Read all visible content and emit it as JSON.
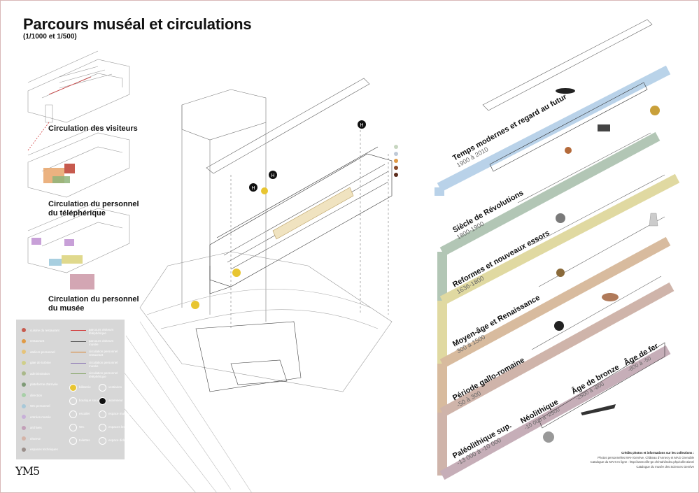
{
  "title": "Parcours muséal et circulations",
  "subtitle": "(1/1000 et 1/500)",
  "diagrams": [
    {
      "label": "Circulation des visiteurs"
    },
    {
      "label": "Circulation du personnel du téléphérique"
    },
    {
      "label": "Circulation du personnel du musée"
    }
  ],
  "periods": [
    {
      "name": "Temps modernes et regard au futur",
      "dates": "1900 à 2010",
      "color": "#a8c8e4"
    },
    {
      "name": "Siècle de Révolutions",
      "dates": "1800-1900",
      "color": "#9fb8a3"
    },
    {
      "name": "Reformes et nouveaux essors",
      "dates": "1636-1800",
      "color": "#d9d08a"
    },
    {
      "name": "Moyen-âge et Renaissance",
      "dates": "300 à 1500",
      "color": "#cfab86"
    },
    {
      "name": "Période gallo-romaine",
      "dates": "-50 à 300",
      "color": "#c4a295"
    },
    {
      "name": "Paléolithique sup.",
      "dates": "-13 000 à -10 000",
      "color": "#b89aa7"
    }
  ],
  "ages": [
    {
      "name": "Néolithique",
      "dates": "-10 000 à -2500"
    },
    {
      "name": "Âge de bronze",
      "dates": "-2500 à -800"
    },
    {
      "name": "Âge de fer",
      "dates": "-800 à -50"
    }
  ],
  "legend": {
    "items": [
      {
        "label": "cuisine du restaurant",
        "color": "#c75a4e"
      },
      {
        "label": "restaurant",
        "color": "#e09a45"
      },
      {
        "label": "ateliers personnel",
        "color": "#e6c37a"
      },
      {
        "label": "gaie de turbine",
        "color": "#cfcf8a"
      },
      {
        "label": "administration",
        "color": "#a9b88a"
      },
      {
        "label": "plateforme d'arrivée",
        "color": "#7e9a77"
      },
      {
        "label": "direction",
        "color": "#a8cfa8"
      },
      {
        "label": "WC personnel",
        "color": "#a8c8d8"
      },
      {
        "label": "entrées musée",
        "color": "#c8b0d8"
      },
      {
        "label": "archives",
        "color": "#c3a0b8"
      },
      {
        "label": "réserve",
        "color": "#d4b4a8"
      },
      {
        "label": "espaces techniques",
        "color": "#9a8e8a"
      }
    ],
    "lines": [
      {
        "label": "parcours visiteurs téléphérique",
        "color": "#d23a3a"
      },
      {
        "label": "parcours visiteurs musée",
        "color": "#555555"
      },
      {
        "label": "circulation personnel restaurant",
        "color": "#d9822b"
      },
      {
        "label": "circulation personnel musée",
        "color": "#8e7ab5"
      },
      {
        "label": "circulation personnel téléphérique",
        "color": "#7ba05b"
      }
    ],
    "symbols": [
      {
        "label": "billeterie"
      },
      {
        "label": "vestiaires"
      },
      {
        "label": "boutique souvenirs"
      },
      {
        "label": "ascenseur"
      },
      {
        "label": "escalier"
      },
      {
        "label": "espace multimédia"
      },
      {
        "label": "WC"
      },
      {
        "label": "espaces lecture"
      },
      {
        "label": "toilettes"
      },
      {
        "label": "espace didactique"
      }
    ]
  },
  "credits": {
    "heading": "Crédits photos et informations sur les collections :",
    "lines": [
      "Photos personnelles MAH Genève, Château d'Annecy et MAG Grenoble",
      "Catalogue du MAH en ligne : http://www.ville-ge.ch/mah/index.php/collections/",
      "Catalogue du musée des Sciences Genève"
    ]
  },
  "logo": "YM5"
}
